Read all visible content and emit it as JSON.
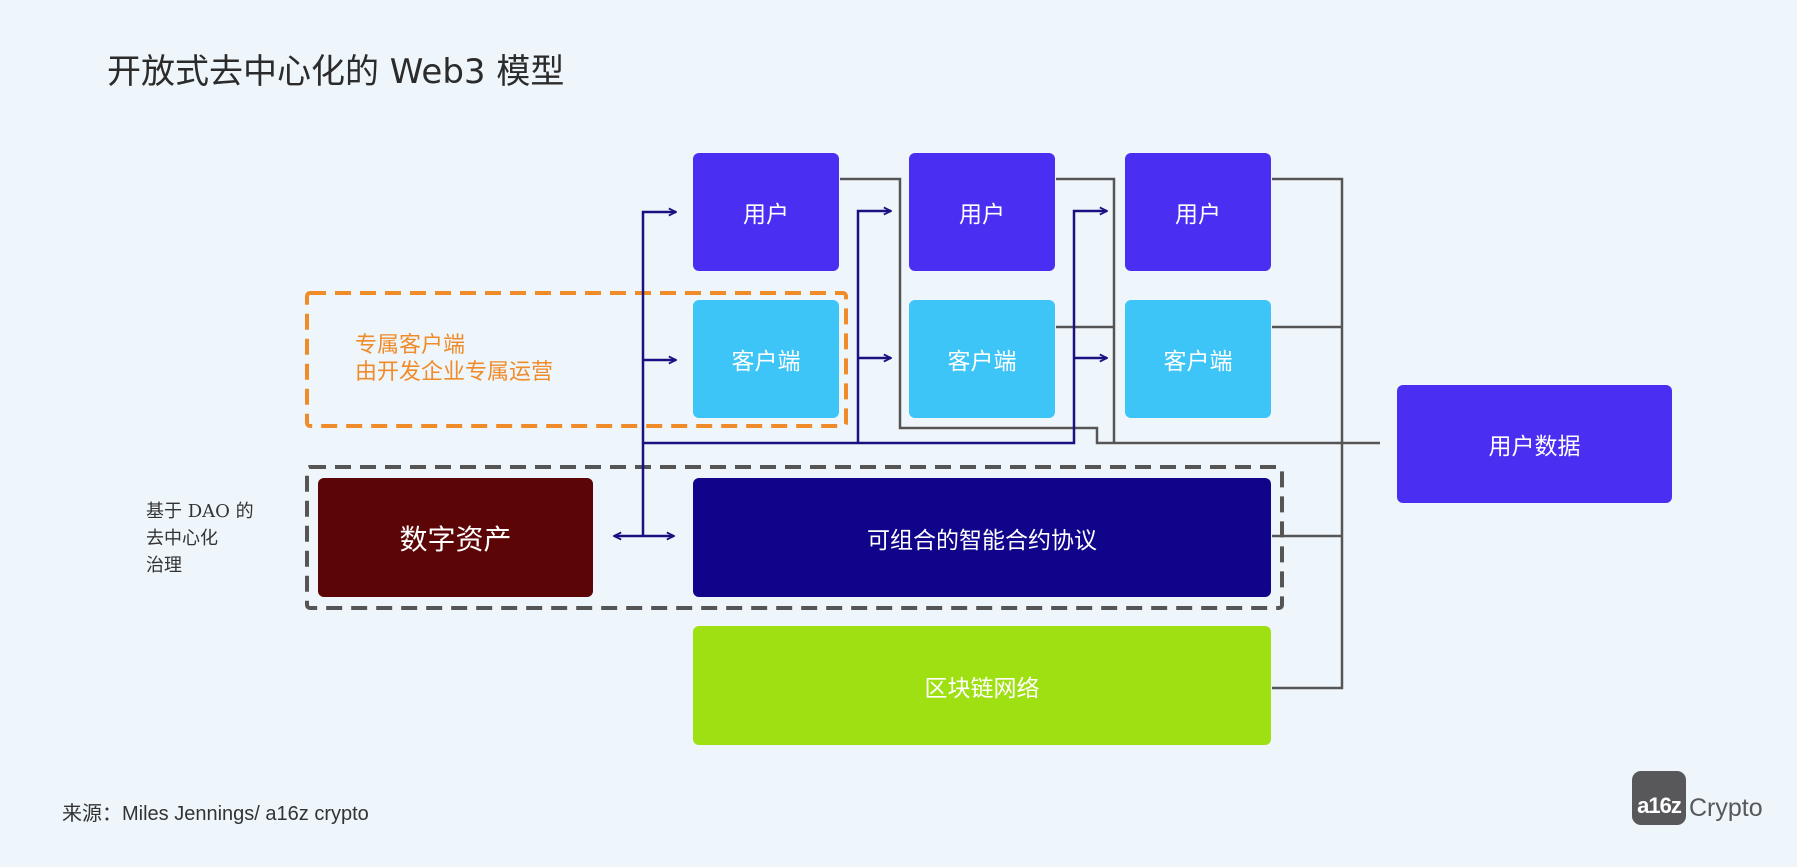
{
  "title": "开放式去中心化的 Web3 模型",
  "nodes": {
    "user_1": "用户",
    "user_2": "用户",
    "user_3": "用户",
    "client_1": "客户端",
    "client_2": "客户端",
    "client_3": "客户端",
    "user_data": "用户数据",
    "digital_assets": "数字资产",
    "protocol": "可组合的智能合约协议",
    "blockchain": "区块链网络"
  },
  "groups": {
    "proprietary_client_line1": "专属客户端",
    "proprietary_client_line2": "由开发企业专属运营",
    "dao_line1": "基于 DAO 的",
    "dao_line2": "去中心化",
    "dao_line3": "治理"
  },
  "source": "来源：Miles Jennings/ a16z crypto",
  "logo": {
    "badge": "a16z",
    "text": "Crypto"
  },
  "colors": {
    "background": "#eef6fb",
    "user": "#4a2ff2",
    "client": "#3ec5f7",
    "digital_assets": "#5c0506",
    "protocol": "#10058a",
    "blockchain": "#9fe012",
    "orange_dashed": "#f08b2a",
    "gray_dashed": "#555555",
    "arrow": "#1b1080",
    "connector": "#555555"
  }
}
